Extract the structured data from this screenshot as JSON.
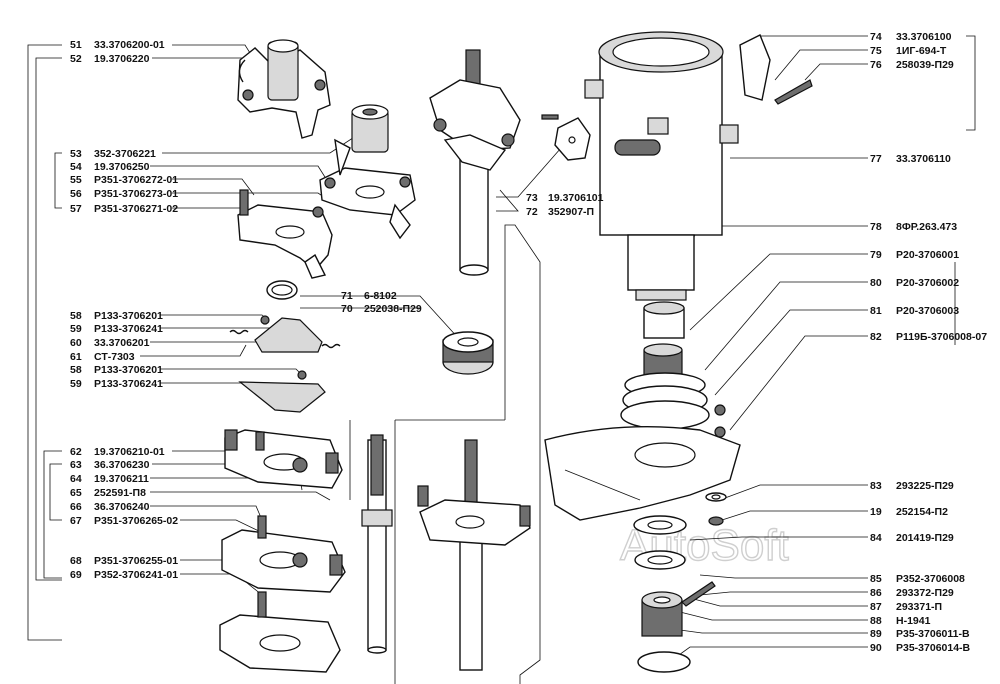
{
  "watermark": "AutoSoft",
  "left_callouts": [
    {
      "num": "51",
      "code": "33.3706200-01"
    },
    {
      "num": "52",
      "code": "19.3706220"
    },
    {
      "num": "53",
      "code": "352-3706221"
    },
    {
      "num": "54",
      "code": "19.3706250"
    },
    {
      "num": "55",
      "code": "Р351-3706272-01"
    },
    {
      "num": "56",
      "code": "Р351-3706273-01"
    },
    {
      "num": "57",
      "code": "Р351-3706271-02"
    },
    {
      "num": "58",
      "code": "Р133-3706201"
    },
    {
      "num": "59",
      "code": "Р133-3706241"
    },
    {
      "num": "60",
      "code": "33.3706201"
    },
    {
      "num": "61",
      "code": "СТ-7303"
    },
    {
      "num": "58",
      "code": "Р133-3706201"
    },
    {
      "num": "59",
      "code": "Р133-3706241"
    },
    {
      "num": "62",
      "code": "19.3706210-01"
    },
    {
      "num": "63",
      "code": "36.3706230"
    },
    {
      "num": "64",
      "code": "19.3706211"
    },
    {
      "num": "65",
      "code": "252591-П8"
    },
    {
      "num": "66",
      "code": "36.3706240"
    },
    {
      "num": "67",
      "code": "Р351-3706265-02"
    },
    {
      "num": "68",
      "code": "Р351-3706255-01"
    },
    {
      "num": "69",
      "code": "Р352-3706241-01"
    }
  ],
  "center_callouts": [
    {
      "num": "71",
      "code": "6-8102"
    },
    {
      "num": "70",
      "code": "252038-П29"
    },
    {
      "num": "73",
      "code": "19.3706101"
    },
    {
      "num": "72",
      "code": "352907-П"
    }
  ],
  "right_callouts": [
    {
      "num": "74",
      "code": "33.3706100"
    },
    {
      "num": "75",
      "code": "1ИГ-694-Т"
    },
    {
      "num": "76",
      "code": "258039-П29"
    },
    {
      "num": "77",
      "code": "33.3706110"
    },
    {
      "num": "78",
      "code": "8ФР.263.473"
    },
    {
      "num": "79",
      "code": "Р20-3706001"
    },
    {
      "num": "80",
      "code": "Р20-3706002"
    },
    {
      "num": "81",
      "code": "Р20-3706003"
    },
    {
      "num": "82",
      "code": "Р119Б-3706008-07"
    },
    {
      "num": "83",
      "code": "293225-П29"
    },
    {
      "num": "19",
      "code": "252154-П2"
    },
    {
      "num": "84",
      "code": "201419-П29"
    },
    {
      "num": "85",
      "code": "Р352-3706008"
    },
    {
      "num": "86",
      "code": "293372-П29"
    },
    {
      "num": "87",
      "code": "293371-П"
    },
    {
      "num": "88",
      "code": "Н-1941"
    },
    {
      "num": "89",
      "code": "Р35-3706011-В"
    },
    {
      "num": "90",
      "code": "Р35-3706014-В"
    }
  ]
}
